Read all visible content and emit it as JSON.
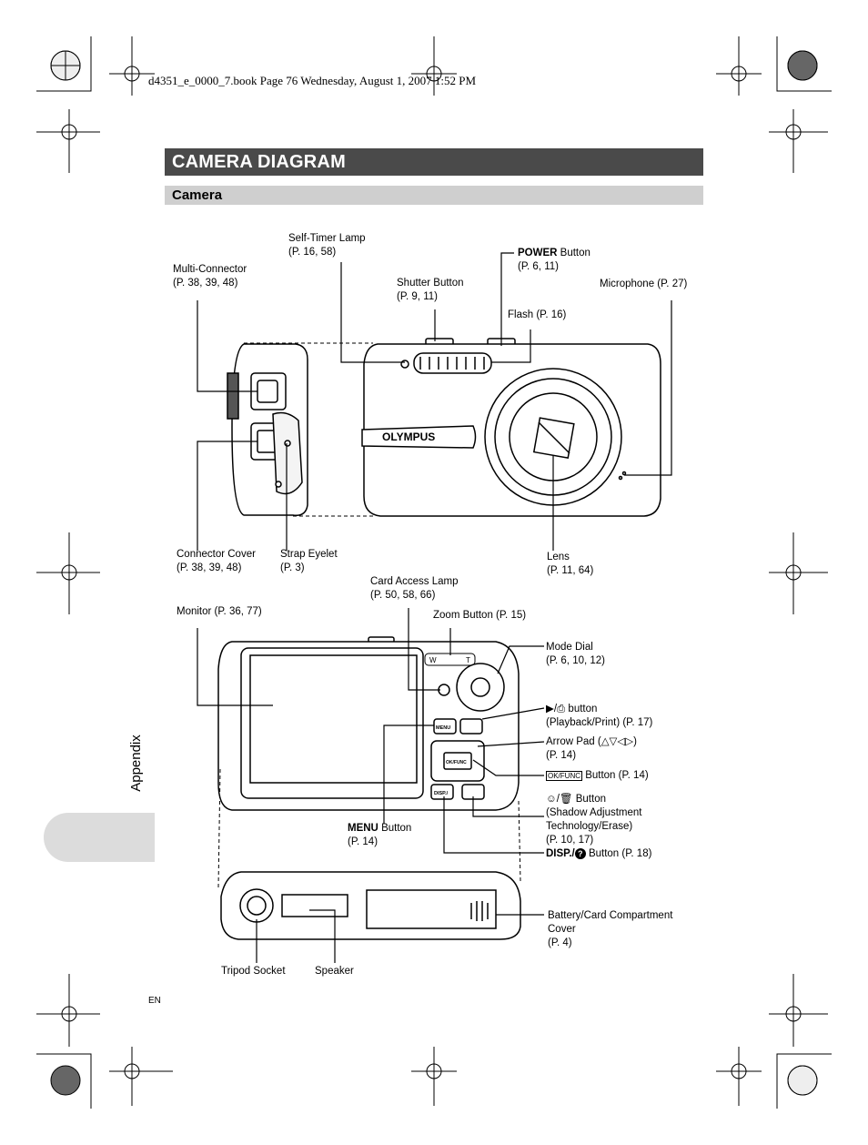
{
  "header": {
    "print_meta": "d4351_e_0000_7.book  Page 76  Wednesday, August 1, 2007  1:52 PM",
    "section_title": "CAMERA DIAGRAM",
    "subsection_title": "Camera"
  },
  "side_tab": {
    "label": "Appendix"
  },
  "footer": {
    "lang": "EN"
  },
  "camera_brand": "OLYMPUS",
  "labels": {
    "self_timer_lamp": [
      "Self-Timer Lamp",
      "(P. 16, 58)"
    ],
    "power_button": [
      "POWER",
      " Button",
      "(P. 6, 11)"
    ],
    "multi_connector": [
      "Multi-Connector",
      "(P. 38, 39, 48)"
    ],
    "shutter_button": [
      "Shutter Button",
      "(P. 9, 11)"
    ],
    "microphone": [
      "Microphone (P. 27)"
    ],
    "flash": [
      "Flash (P. 16)"
    ],
    "connector_cover": [
      "Connector Cover",
      "(P. 38, 39, 48)"
    ],
    "strap_eyelet": [
      "Strap Eyelet",
      "(P. 3)"
    ],
    "lens": [
      "Lens",
      "(P. 11, 64)"
    ],
    "card_access_lamp": [
      "Card Access Lamp",
      "(P. 50, 58, 66)"
    ],
    "monitor": [
      "Monitor (P. 36, 77)"
    ],
    "zoom_button": [
      "Zoom Button (P. 15)"
    ],
    "mode_dial": [
      "Mode Dial",
      "(P. 6, 10, 12)"
    ],
    "playback_print": [
      "▶/⎙ button",
      "(Playback/Print) (P. 17)"
    ],
    "arrow_pad": [
      "Arrow Pad (△▽◁▷)",
      "(P. 14)"
    ],
    "ok_func": [
      "OK/FUNC",
      " Button (P. 14)"
    ],
    "shadow_erase": [
      "☺/🗑 Button",
      "(Shadow Adjustment",
      "Technology/Erase)",
      "(P. 10, 17)"
    ],
    "menu_button": [
      "MENU",
      " Button",
      "(P. 14)"
    ],
    "disp_button": [
      "DISP./",
      "?",
      " Button (P. 18)"
    ],
    "battery_cover": [
      "Battery/Card Compartment",
      "Cover",
      "(P. 4)"
    ],
    "tripod_socket": [
      "Tripod Socket"
    ],
    "speaker": [
      "Speaker"
    ]
  },
  "back_buttons": {
    "menu": "MENU",
    "ok": "OK/FUNC",
    "disp": "DISP./",
    "zoom_w": "W",
    "zoom_t": "T"
  }
}
